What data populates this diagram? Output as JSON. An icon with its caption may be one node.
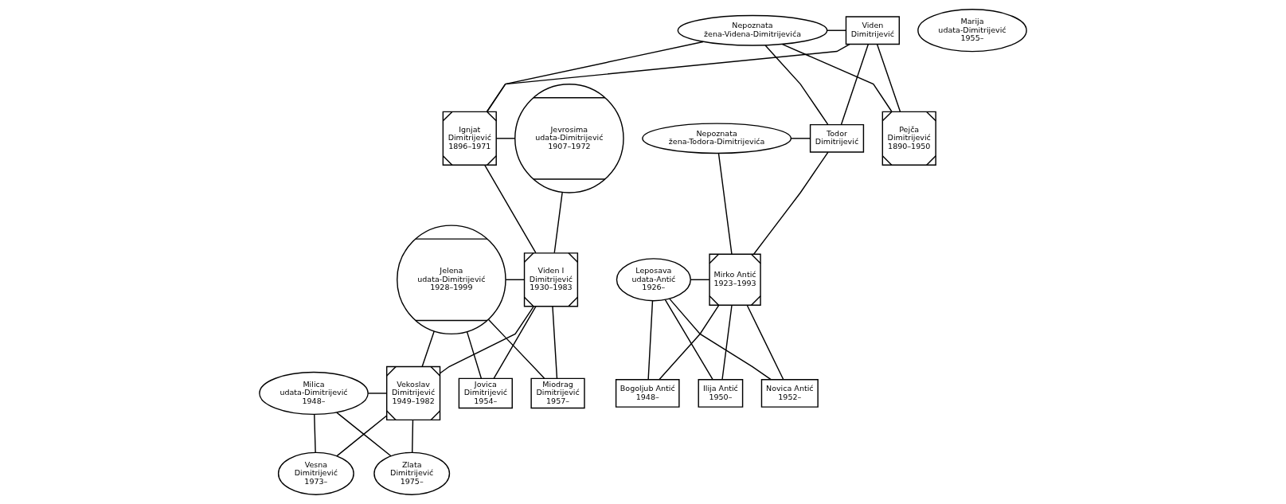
{
  "diagram": {
    "nodes": [
      {
        "text": [
          "Nepoznata žena-Videna-Dimitrijevića"
        ]
      },
      {
        "text": [
          "Viden Dimitrijević"
        ]
      },
      {
        "text": [
          "Marija udata-Dimitrijević 1955–"
        ]
      },
      {
        "text": [
          "Pejča Dimitrijević 1890–1950"
        ]
      },
      {
        "text": [
          "Ignjat Dimitrijević 1896–1971"
        ]
      },
      {
        "text": [
          "Jevrosima udata-Dimitrijević 1907–1972"
        ]
      },
      {
        "text": [
          "Nepoznata žena-Todora-Dimitrijevića"
        ]
      },
      {
        "text": [
          "Todor Dimitrijević"
        ]
      },
      {
        "text": [
          "Jelena udata-Dimitrijević 1928–1999"
        ]
      },
      {
        "text": [
          "Viden I Dimitrijević 1930–1983"
        ]
      },
      {
        "text": [
          "Leposava udata-Antić 1926–"
        ]
      },
      {
        "text": [
          "Mirko Antić 1923–1993"
        ]
      },
      {
        "text": [
          "Milica udata-Dimitrijević 1948–"
        ]
      },
      {
        "text": [
          "Vekoslav Dimitrijević 1949–1982"
        ]
      },
      {
        "text": [
          "Jovica Dimitrijević 1954–"
        ]
      },
      {
        "text": [
          "Miodrag Dimitrijević 1957–"
        ]
      },
      {
        "text": [
          "Bogoljub Antić 1948–"
        ]
      },
      {
        "text": [
          "Ilija Antić 1950–"
        ]
      },
      {
        "text": [
          "Novica Antić 1952–"
        ]
      },
      {
        "text": [
          "Vesna Dimitrijević 1973–"
        ]
      },
      {
        "text": [
          "Zlata Dimitrijević 1975–"
        ]
      }
    ],
    "edges": [
      {
        "from": 0,
        "to": 1,
        "arrow": "none"
      },
      {
        "from": 0,
        "to": 3,
        "arrow": "none"
      },
      {
        "from": 1,
        "to": 3,
        "arrow": "none"
      },
      {
        "from": 0,
        "to": 4,
        "arrow": "none"
      },
      {
        "from": 1,
        "to": 4,
        "arrow": "none"
      },
      {
        "from": 0,
        "to": 7,
        "arrow": "none"
      },
      {
        "from": 1,
        "to": 7,
        "arrow": "none"
      },
      {
        "from": 4,
        "to": 5,
        "arrow": "none"
      },
      {
        "from": 4,
        "to": 9,
        "arrow": "none"
      },
      {
        "from": 5,
        "to": 9,
        "arrow": "none"
      },
      {
        "from": 6,
        "to": 7,
        "arrow": "none"
      },
      {
        "from": 6,
        "to": 11,
        "arrow": "none"
      },
      {
        "from": 7,
        "to": 11,
        "arrow": "none"
      },
      {
        "from": 8,
        "to": 9,
        "arrow": "none"
      },
      {
        "from": 8,
        "to": 13,
        "arrow": "none"
      },
      {
        "from": 9,
        "to": 13,
        "arrow": "none"
      },
      {
        "from": 8,
        "to": 14,
        "arrow": "none"
      },
      {
        "from": 9,
        "to": 14,
        "arrow": "none"
      },
      {
        "from": 8,
        "to": 15,
        "arrow": "none"
      },
      {
        "from": 9,
        "to": 15,
        "arrow": "none"
      },
      {
        "from": 10,
        "to": 11,
        "arrow": "none"
      },
      {
        "from": 10,
        "to": 16,
        "arrow": "none"
      },
      {
        "from": 11,
        "to": 16,
        "arrow": "none"
      },
      {
        "from": 10,
        "to": 17,
        "arrow": "none"
      },
      {
        "from": 11,
        "to": 17,
        "arrow": "none"
      },
      {
        "from": 10,
        "to": 18,
        "arrow": "none"
      },
      {
        "from": 11,
        "to": 18,
        "arrow": "none"
      },
      {
        "from": 12,
        "to": 13,
        "arrow": "none"
      },
      {
        "from": 12,
        "to": 19,
        "arrow": "none"
      },
      {
        "from": 13,
        "to": 19,
        "arrow": "none"
      },
      {
        "from": 12,
        "to": 20,
        "arrow": "none"
      },
      {
        "from": 13,
        "to": 20,
        "arrow": "none"
      }
    ]
  }
}
